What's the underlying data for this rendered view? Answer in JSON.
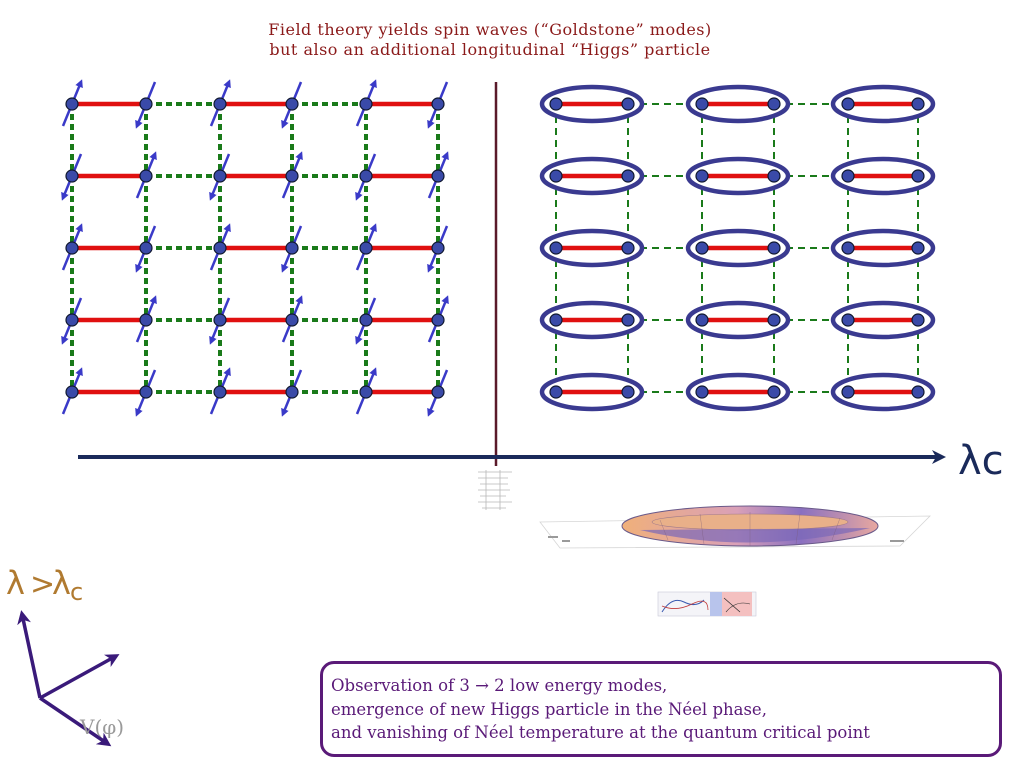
{
  "title": {
    "line1": "Field theory yields spin waves (“Goldstone” modes)",
    "line2": "but also an additional longitudinal “Higgs” particle"
  },
  "axis": {
    "label": "λc"
  },
  "regime_label": {
    "lambda": "λ",
    "gt": ">",
    "lambda_c": "λ",
    "c": "c"
  },
  "potential_label": "V(φ)",
  "observation": {
    "line1": "Observation of 3 → 2 low energy modes,",
    "line2": "emergence of new Higgs particle in the Néel phase,",
    "line3": "and vanishing of Néel temperature at the quantum critical point"
  },
  "colors": {
    "title": "#8b1a1a",
    "bond_strong": "#e01010",
    "bond_weak": "#1a7a1a",
    "site": "#3a4aa8",
    "spin_arrow": "#3a3ac8",
    "dimer_ring": "#3a3a90",
    "divider": "#5a1a2a",
    "axis": "#1a2a5a",
    "regime_label": "#b07a30",
    "box_border": "#5a1a78"
  }
}
